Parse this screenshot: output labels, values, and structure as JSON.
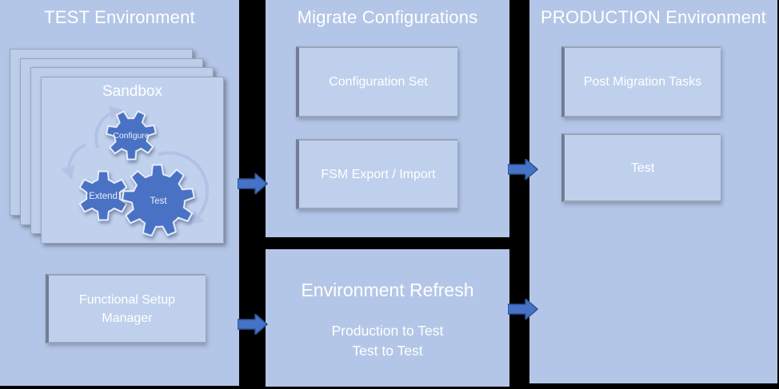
{
  "colors": {
    "background": "#000000",
    "panel_fill": "#b4c6e7",
    "card_fill": "#c0d1ee",
    "box_fill": "#bfd0ec",
    "accent_blue": "#4673c8",
    "accent_outline": "#2f528f",
    "cycle_arrow": "#adb6e0",
    "text": "#ffffff"
  },
  "icons": {
    "flow_arrow": "block-arrow-right",
    "gear": "cog-wheel",
    "cycle": "curved-refresh-arrow"
  },
  "test_panel": {
    "title": "TEST Environment",
    "sandbox": {
      "title": "Sandbox",
      "gears": [
        {
          "label": "Configure"
        },
        {
          "label": "Extend"
        },
        {
          "label": "Test"
        }
      ]
    },
    "fsm_label": "Functional Setup\nManager"
  },
  "migrate_panel": {
    "title": "Migrate Configurations",
    "boxes": [
      "Configuration Set",
      "FSM Export / Import"
    ]
  },
  "refresh_panel": {
    "title": "Environment Refresh",
    "lines": [
      "Production to Test",
      "Test to Test"
    ]
  },
  "production_panel": {
    "title": "PRODUCTION Environment",
    "boxes": [
      "Post Migration Tasks",
      "Test"
    ]
  }
}
